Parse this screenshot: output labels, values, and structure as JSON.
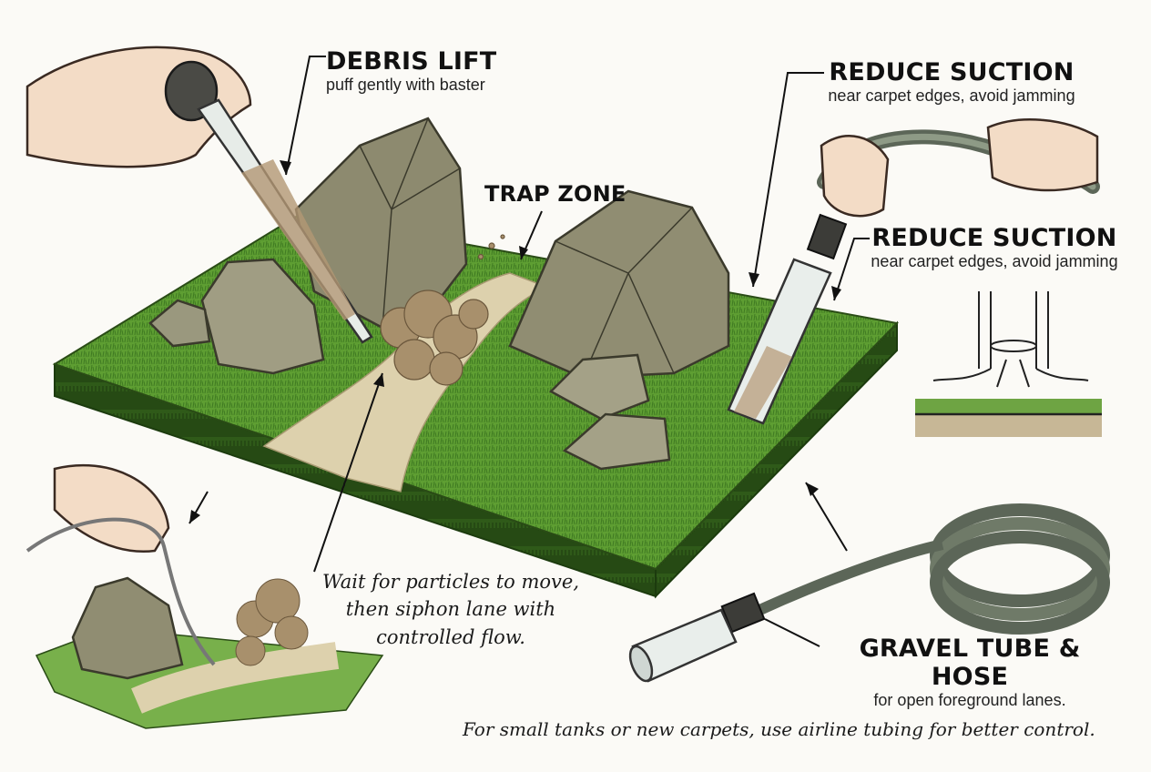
{
  "labels": {
    "debris_lift": {
      "title": "DEBRIS LIFT",
      "subtitle": "puff gently with baster"
    },
    "trap_zone": {
      "title": "TRAP ZONE"
    },
    "reduce_suction_top": {
      "title": "REDUCE SUCTION",
      "subtitle": "near carpet edges, avoid jamming"
    },
    "reduce_suction_mid": {
      "title": "REDUCE SUCTION",
      "subtitle": "near carpet edges, avoid jamming"
    },
    "gravel_tube": {
      "title": "GRAVEL TUBE & HOSE",
      "subtitle": "for open foreground lanes."
    }
  },
  "note": {
    "line1": "Wait for particles to move,",
    "line2": "then siphon lane with",
    "line3": "controlled flow."
  },
  "footer": "For small tanks or new carpets, use airline tubing for better control.",
  "colors": {
    "carpet": "#5e9e32",
    "carpet_dark": "#2f5a19",
    "rock": "#8d8a6f",
    "sand": "#ddd1ad",
    "debris": "#a8906c",
    "hose": "#6f7a68"
  },
  "icons": [
    "hand-icon",
    "baster-icon",
    "siphon-icon",
    "hose-coil-icon",
    "arrow-icon"
  ]
}
